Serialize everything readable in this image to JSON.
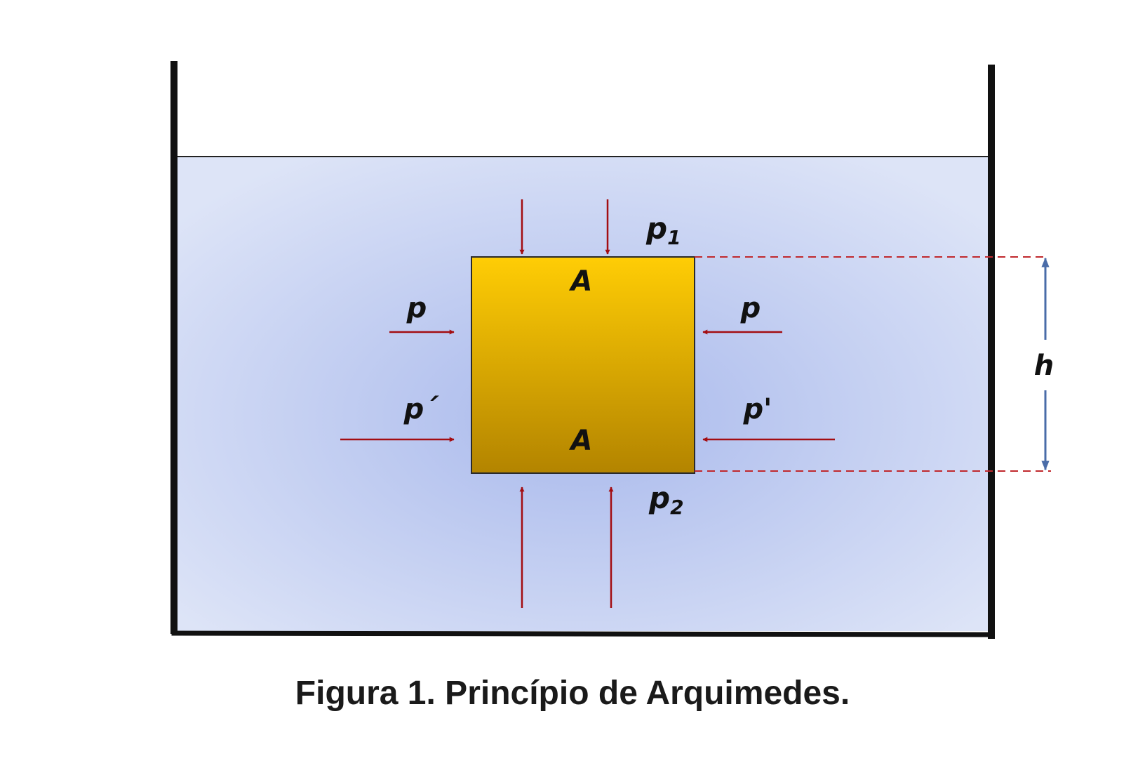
{
  "labels": {
    "p_top": "p",
    "p_top_sub": "1",
    "p_bottom": "p",
    "p_bottom_sub": "2",
    "area_top": "A",
    "area_bottom": "A",
    "p_side_left_upper": "p",
    "p_side_right_upper": "p",
    "p_side_left_lower": "p´",
    "p_side_right_lower": "p'",
    "height": "h"
  },
  "caption": "Figura 1. Princípio de Arquimedes.",
  "colors": {
    "water_center": "#a9b9ec",
    "water_edge": "#dde4f7",
    "block_top": "#ffcd05",
    "block_bottom": "#b38400",
    "arrow": "#a30d12",
    "dimension": "#4a6ca8",
    "dashed": "#c0282d",
    "walls": "#111111"
  }
}
